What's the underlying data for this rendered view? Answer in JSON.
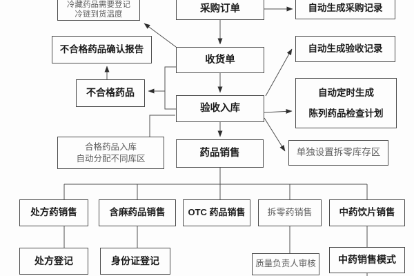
{
  "nodes": {
    "cold_chain_note": {
      "line1": "冷藏药品需要登记",
      "line2": "冷链到货温度"
    },
    "purchase_order": {
      "label": "采购订单"
    },
    "auto_purchase_record": {
      "label": "自动生成采购记录"
    },
    "unqualified_report": {
      "label": "不合格药品确认报告"
    },
    "receiving_note": {
      "label": "收货单"
    },
    "auto_acceptance_record": {
      "label": "自动生成验收记录"
    },
    "unqualified_drugs": {
      "label": "不合格药品"
    },
    "acceptance_storage": {
      "label": "验收入库"
    },
    "auto_inspection_plan": {
      "line1": "自动定时生成",
      "line2": "陈列药品检查计划"
    },
    "qualified_storage": {
      "line1": "合格药品入库",
      "line2": "自动分配不同库区"
    },
    "drug_sales": {
      "label": "药品销售"
    },
    "separate_bulk_area": {
      "label": "单独设置拆零库存区"
    },
    "rx_sales": {
      "label": "处方药销售"
    },
    "narcotic_sales": {
      "label": "含麻药品销售"
    },
    "otc_sales": {
      "label": "OTC 药品销售"
    },
    "bulk_sales": {
      "label": "拆零药销售"
    },
    "tcm_piece_sales": {
      "label": "中药饮片销售"
    },
    "rx_registration": {
      "label": "处方登记"
    },
    "id_registration": {
      "label": "身份证登记"
    },
    "quality_review": {
      "label": "质量负责人审核"
    },
    "tcm_sales_mode": {
      "label": "中药销售模式"
    }
  },
  "colors": {
    "background": "#fdfdfd",
    "box_border": "#4a4a4a",
    "line": "#4f4f4f",
    "arrowhead": "#2e2e2e",
    "text_bold": "#1b1b1b",
    "text_light": "#5e5e5e"
  }
}
